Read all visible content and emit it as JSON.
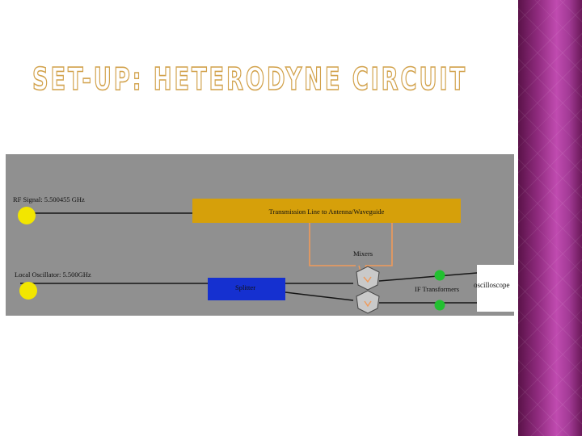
{
  "slide": {
    "title": "SET-UP: HETERODYNE CIRCUIT",
    "title_color": "#d2a24c"
  },
  "diagram": {
    "rf_label": "RF Signal: 5.500455 GHz",
    "lo_label": "Local Oscillator: 5.500GHz",
    "transmission_label": "Transmission Line to Antenna/Waveguide",
    "mixers_label": "Mixers",
    "splitter_label": "Splitter",
    "if_label": "IF Transformers",
    "oscilloscope_label": "oscilloscope",
    "colors": {
      "panel": "#909090",
      "transmission": "#d6a00a",
      "splitter": "#1530d0",
      "source_dot": "#f2e600",
      "if_dot": "#22c030",
      "orange_line": "#f09a5a",
      "wire": "#151515"
    }
  }
}
